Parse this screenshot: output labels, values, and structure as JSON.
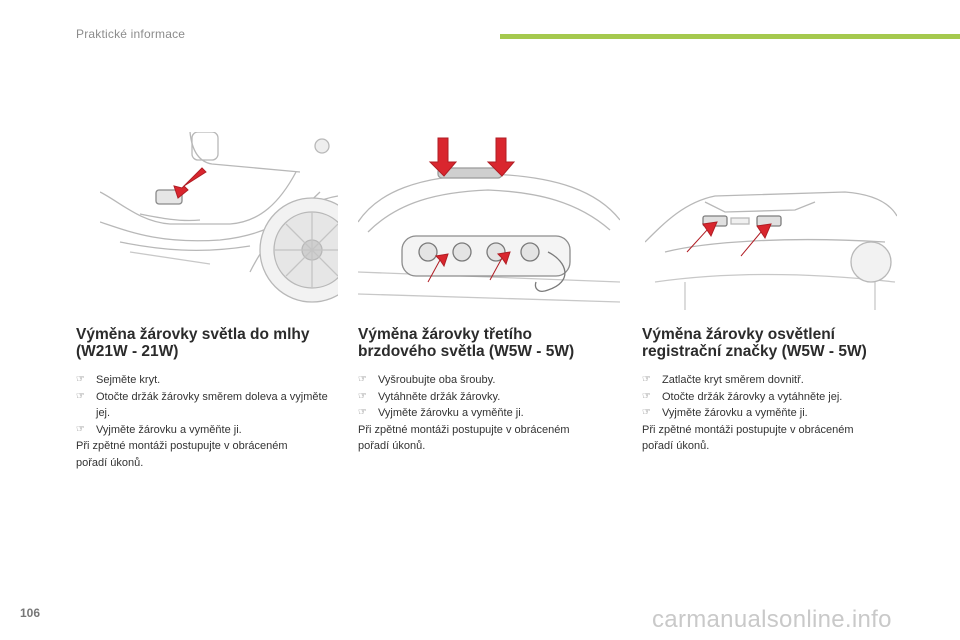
{
  "header": {
    "title": "Praktické informace",
    "accent_color": "#a5c94e"
  },
  "sections": [
    {
      "title_line1": "Výměna žárovky světla do mlhy",
      "title_line2": "(W21W - 21W)",
      "steps": [
        "Sejměte kryt.",
        "Otočte držák žárovky směrem doleva a vyjměte jej.",
        "Vyjměte žárovku a vyměňte ji."
      ],
      "note_line1": "Při zpětné montáži postupujte v obráceném",
      "note_line2": "pořadí úkonů."
    },
    {
      "title_line1": "Výměna žárovky třetího",
      "title_line2": "brzdového světla (W5W - 5W)",
      "steps": [
        "Vyšroubujte oba šrouby.",
        "Vytáhněte držák žárovky.",
        "Vyjměte žárovku a vyměňte ji."
      ],
      "note_line1": "Při zpětné montáži postupujte v obráceném",
      "note_line2": "pořadí úkonů."
    },
    {
      "title_line1": "Výměna žárovky osvětlení",
      "title_line2": "registrační značky (W5W - 5W)",
      "steps": [
        "Zatlačte kryt směrem dovnitř.",
        "Otočte držák žárovky a vytáhněte jej.",
        "Vyjměte žárovku a vyměňte ji."
      ],
      "note_line1": "Při zpětné montáži postupujte v obráceném",
      "note_line2": "pořadí úkonů."
    }
  ],
  "page_number": "106",
  "watermark": "carmanualsonline.info",
  "icons": {
    "bullet": "pointing-hand-icon",
    "arrow": "red-arrow-icon"
  },
  "colors": {
    "arrow_red": "#d9262e",
    "drawing_gray": "#b5b5b5"
  }
}
